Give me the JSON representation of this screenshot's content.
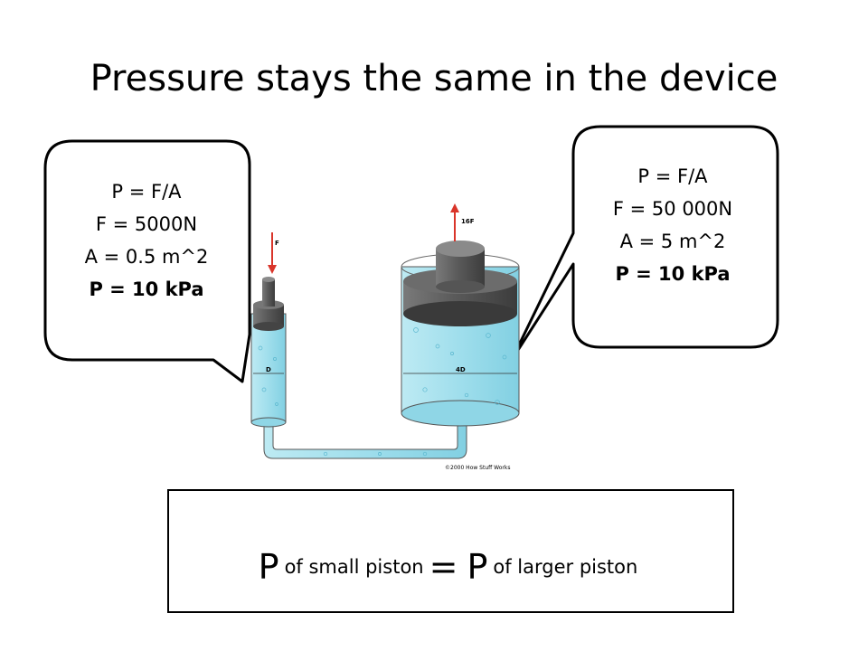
{
  "slide": {
    "title": "Pressure stays the same in the device"
  },
  "callout_left": {
    "line1": "P = F/A",
    "line2": "F = 5000N",
    "line3": "A = 0.5 m^2",
    "line4": "P = 10 kPa"
  },
  "callout_right": {
    "line1": "P = F/A",
    "line2": "F = 50 000N",
    "line3": "A = 5 m^2",
    "line4": "P = 10 kPa"
  },
  "diagram": {
    "small_force_label": "F",
    "large_force_label": "16F",
    "small_diameter_label": "D",
    "large_diameter_label": "4D",
    "copyright": "©2000 How Stuff Works"
  },
  "formula": {
    "p_left": "P",
    "sub_left": "of small piston",
    "equals": "=",
    "p_right": "P",
    "sub_right": "of larger piston"
  },
  "colors": {
    "fluid": "#a9e3ef",
    "fluid_dark": "#6fc8dc",
    "piston": "#5a5a5a",
    "arrow": "#d9352a"
  }
}
